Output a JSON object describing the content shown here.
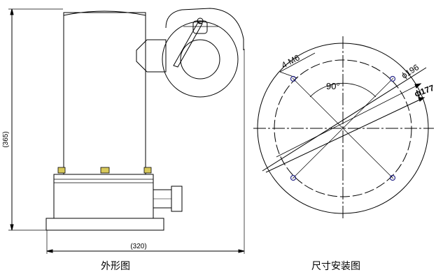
{
  "outline_drawing": {
    "caption": "外形图",
    "height_dim": "(365)",
    "width_dim": "(320)"
  },
  "mounting_drawing": {
    "caption": "尺寸安装图",
    "bolt_spec": "4-M6",
    "angle": "90°",
    "bolt_circle_dia": "ϕ196",
    "outer_dia": "ϕ177"
  },
  "colors": {
    "line": "#000000",
    "pad": "#d8c95a",
    "hole": "#2a2a8a"
  }
}
